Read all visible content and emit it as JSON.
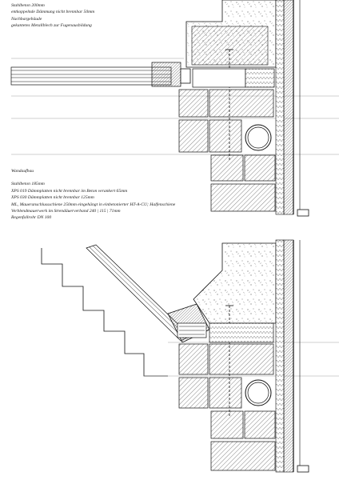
{
  "notes_top": {
    "lines": [
      "Stahlbeton 200mm",
      "entkoppelnde Dämmung nicht brennbar 50mm",
      "Nachbargebäude",
      "gekantetes Metallblech zur Fugenausbildung"
    ]
  },
  "notes_mid": {
    "heading": "Wandaufbau",
    "lines": [
      "Stahlbeton 185mm",
      "XPS 019 Dämmplatten nicht brennbar im Beton verankert 65mm",
      "XPS 030 Dämmplatten nicht brennbar 125mm",
      "ML, Maueranschlussschiene 250mm eingehängt in einbetonierter HT-A-CU; Halfenschiene",
      "Verblendmauerwerk im Strendäuerverband 240 | 115 | 71mm",
      "Regenfallrohr DN 100"
    ]
  },
  "colors": {
    "line": "#111111",
    "hatch": "#333333",
    "background": "#ffffff"
  }
}
